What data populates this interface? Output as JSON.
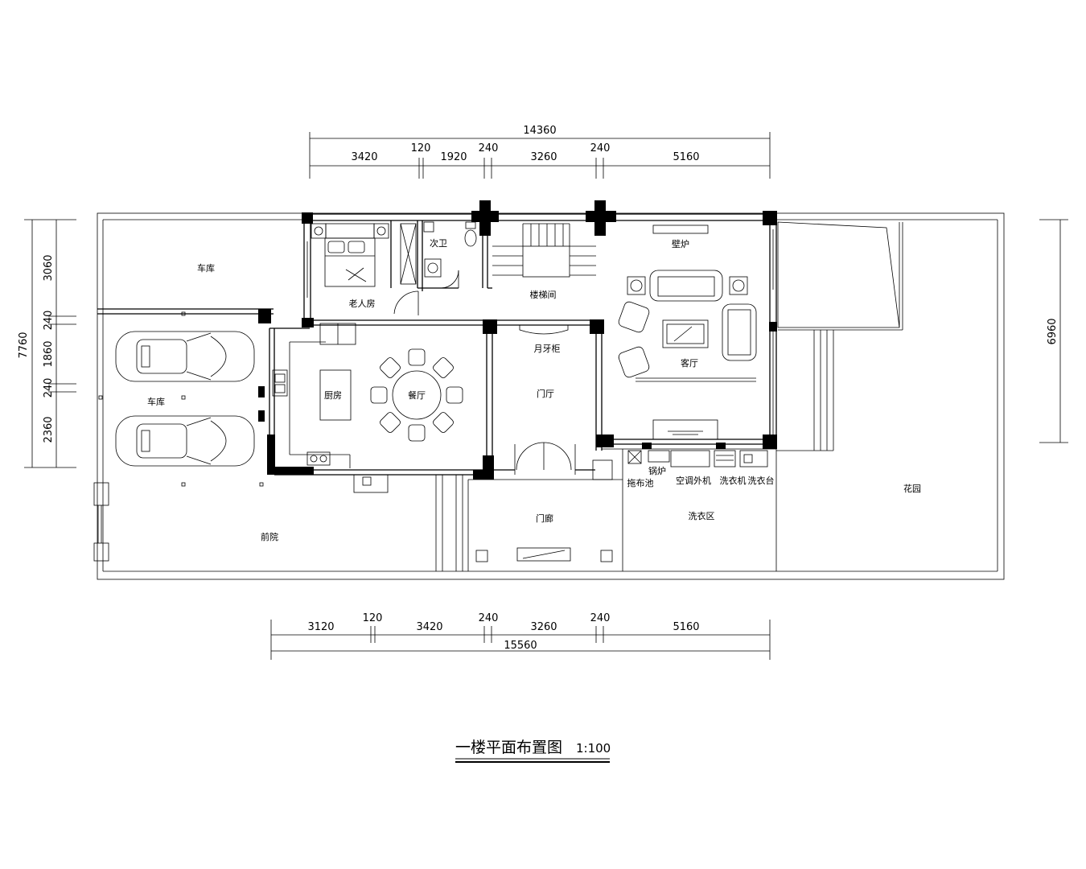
{
  "dimensions": {
    "top_total": "14360",
    "top_segments": [
      "3420",
      "120",
      "1920",
      "240",
      "3260",
      "240",
      "5160"
    ],
    "bottom_total": "15560",
    "bottom_segments": [
      "3120",
      "120",
      "3420",
      "240",
      "3260",
      "240",
      "5160"
    ],
    "left_total": "7760",
    "left_segments": [
      "3060",
      "240",
      "1860",
      "240",
      "2360"
    ],
    "right_total": "6960"
  },
  "rooms": {
    "garage_top": "车库",
    "garage_main": "车库",
    "elder_room": "老人房",
    "second_bath": "次卫",
    "stair": "楼梯间",
    "fireplace": "壁炉",
    "living": "客厅",
    "kitchen": "厨房",
    "dining": "餐厅",
    "moon_cabinet": "月牙柜",
    "foyer": "门厅",
    "porch": "门廊",
    "front_yard": "前院",
    "laundry_area": "洗衣区",
    "garden": "花园",
    "mop_sink": "拖布池",
    "boiler": "锅炉",
    "ac_unit": "空调外机",
    "washer": "洗衣机",
    "wash_basin": "洗衣台"
  },
  "title": {
    "text": "一楼平面布置图",
    "scale": "1:100"
  }
}
